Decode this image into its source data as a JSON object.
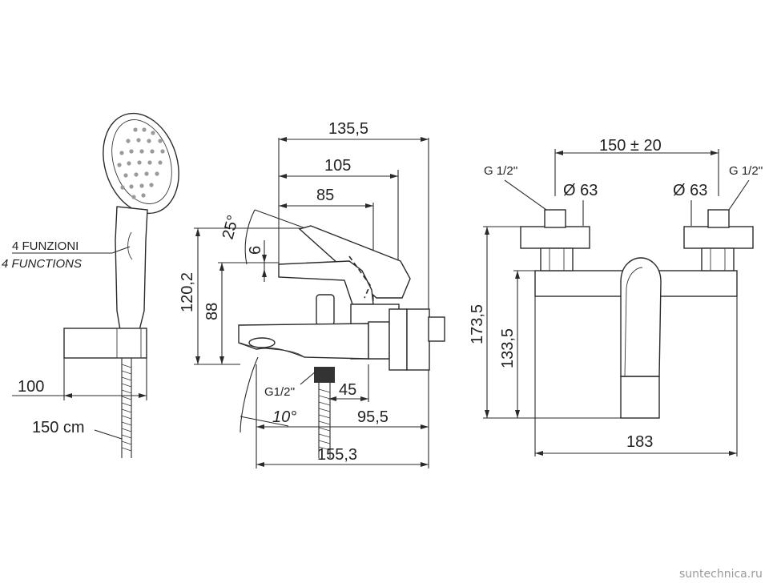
{
  "shower": {
    "functions_it": "4 FUNZIONI",
    "functions_en": "4 FUNCTIONS",
    "dim_holder": "100",
    "hose_length": "150 cm"
  },
  "side_view": {
    "dim_total_width": "135,5",
    "dim_lever_width": "105",
    "dim_top_width": "85",
    "angle_lever": "25°",
    "dim_small": "6",
    "dim_height_total": "120,2",
    "dim_height_spout": "88",
    "inlet_thread": "G1/2''",
    "dim_inlet": "45",
    "angle_spout": "10°",
    "dim_spout_reach": "95,5",
    "dim_overall": "155,3"
  },
  "front_view": {
    "dim_centers": "150 ± 20",
    "thread_left": "G 1/2''",
    "thread_right": "G 1/2''",
    "diameter_left": "Ø 63",
    "diameter_right": "Ø 63",
    "dim_height_total": "173,5",
    "dim_height_body": "133,5",
    "dim_width": "183"
  },
  "watermark": "suntechnica.ru"
}
